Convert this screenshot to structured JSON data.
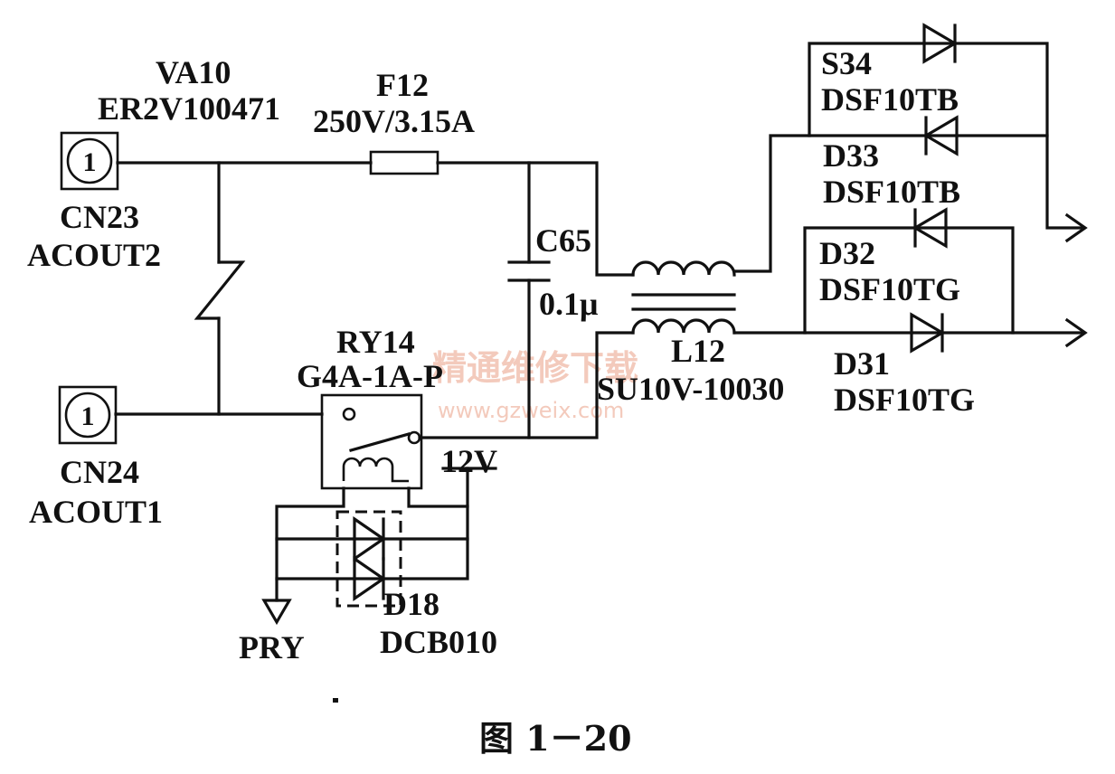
{
  "components": {
    "cn23": {
      "ref": "CN23",
      "value": "ACOUT2",
      "pin": "1"
    },
    "cn24": {
      "ref": "CN24",
      "value": "ACOUT1",
      "pin": "1"
    },
    "va10": {
      "ref": "VA10",
      "value": "ER2V100471"
    },
    "f12": {
      "ref": "F12",
      "value": "250V/3.15A"
    },
    "c65": {
      "ref": "C65",
      "value": "0.1μ"
    },
    "ry14": {
      "ref": "RY14",
      "value": "G4A-1A-P"
    },
    "l12": {
      "ref": "L12",
      "value": "SU10V-10030"
    },
    "d18": {
      "ref": "D18",
      "value": "DCB010"
    },
    "s34": {
      "ref": "S34",
      "value": "DSF10TB"
    },
    "d33": {
      "ref": "D33",
      "value": "DSF10TB"
    },
    "d32": {
      "ref": "D32",
      "value": "DSF10TG"
    },
    "d31": {
      "ref": "D31",
      "value": "DSF10TG"
    }
  },
  "nets": {
    "v12": "12V",
    "pry": "PRY"
  },
  "watermark": {
    "cn": "精通维修下载",
    "url": "www.gzweix.com"
  },
  "caption": "图 1－20"
}
